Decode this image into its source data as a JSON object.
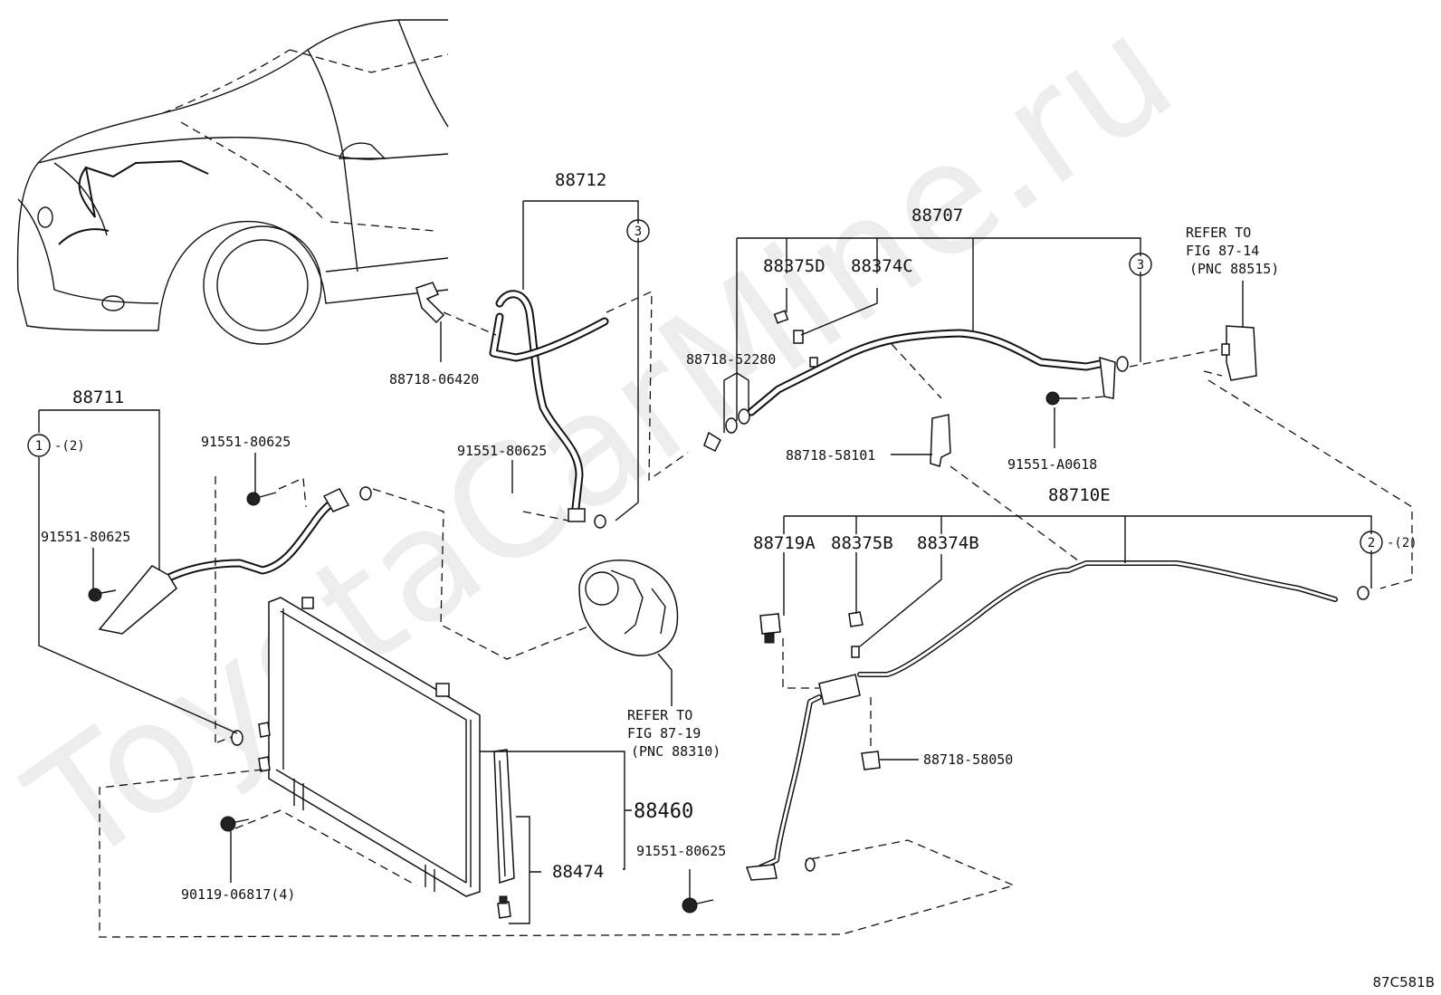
{
  "watermark": "ToyotaCarMine.ru",
  "figure_code": "87C581B",
  "labels": {
    "p88712": "88712",
    "p88707": "88707",
    "p88711": "88711",
    "p88375D": "88375D",
    "p88374C": "88374C",
    "p88718_52280": "88718-52280",
    "p88718_06420": "88718-06420",
    "p88718_58101": "88718-58101",
    "p91551_80625_a": "91551-80625",
    "p91551_80625_b": "91551-80625",
    "p91551_80625_c": "91551-80625",
    "p91551_80625_d": "91551-80625",
    "p91551_A0618": "91551-A0618",
    "p88710E": "88710E",
    "p88719A": "88719A",
    "p88375B": "88375B",
    "p88374B": "88374B",
    "p88718_58050": "88718-58050",
    "p88460": "88460",
    "p88474": "88474",
    "p90119_06817": "90119-06817(4)"
  },
  "refer_compressor": {
    "line1": "REFER TO",
    "line2": "FIG 87-19",
    "line3": "(PNC 88310)"
  },
  "refer_expansion": {
    "line1": "REFER TO",
    "line2": "FIG 87-14",
    "line3": "(PNC 88515)"
  },
  "callouts": {
    "c1": "1",
    "c1_qty": "-(2)",
    "c2": "2",
    "c2_qty": "-(2)",
    "c3a": "3",
    "c3b": "3"
  }
}
